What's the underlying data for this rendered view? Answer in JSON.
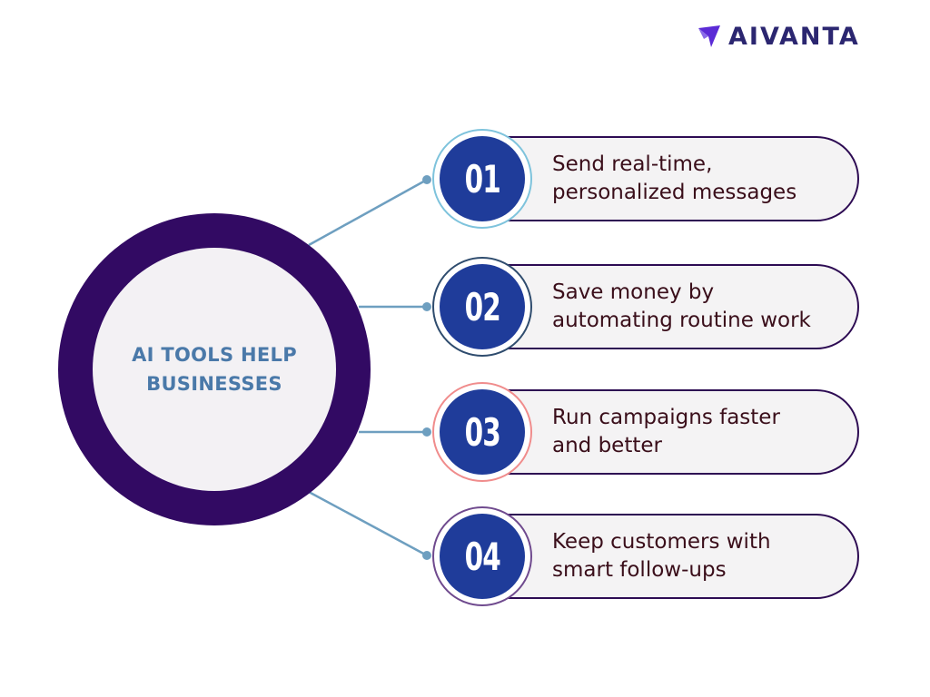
{
  "brand": {
    "name": "AIVANTA",
    "text_color": "#2b2670",
    "accent_color": "#5b2bd6"
  },
  "hub": {
    "line1": "AI TOOLS HELP",
    "line2": "BUSINESSES",
    "ring_color": "#320a63",
    "text_color": "#4a79a9"
  },
  "items": [
    {
      "number": "01",
      "line1": "Send real-time,",
      "line2": "personalized messages",
      "halo_color": "#7ec3dc"
    },
    {
      "number": "02",
      "line1": "Save money by",
      "line2": "automating routine work",
      "halo_color": "#2f4c6e"
    },
    {
      "number": "03",
      "line1": "Run campaigns faster",
      "line2": "and better",
      "halo_color": "#f08c8c"
    },
    {
      "number": "04",
      "line1": "Keep customers with",
      "line2": "smart follow-ups",
      "halo_color": "#6f4a8e"
    }
  ],
  "colors": {
    "number_circle": "#1f3c9a",
    "connector": "#6e9fc0",
    "pill_border": "#2d0b53",
    "pill_fill": "#f4f3f4"
  }
}
